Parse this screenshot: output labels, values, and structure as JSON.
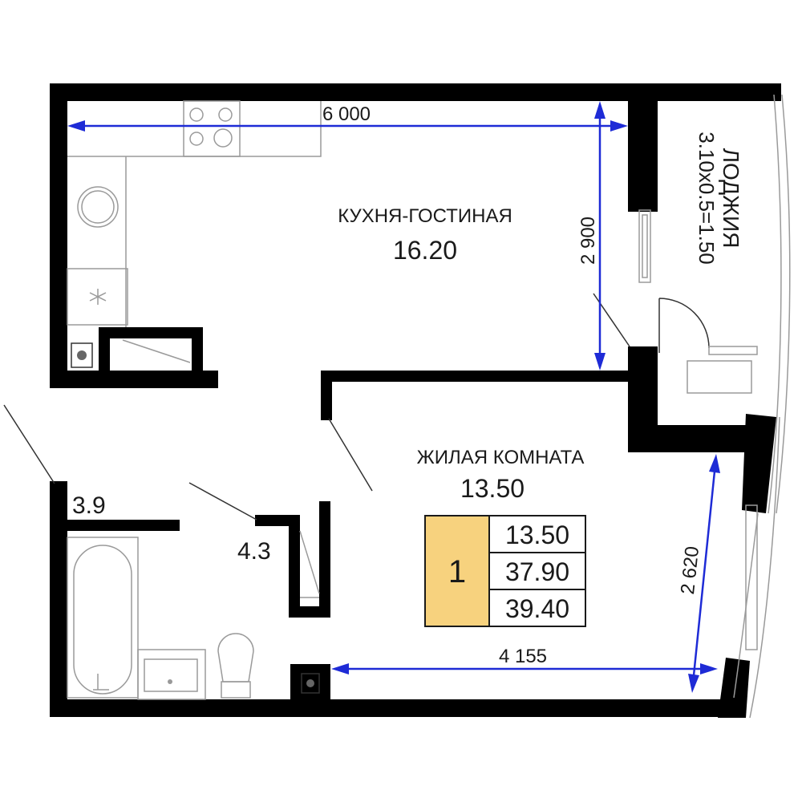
{
  "rooms": {
    "kitchen_living": {
      "name": "КУХНЯ-ГОСТИНАЯ",
      "area": "16.20"
    },
    "living_room": {
      "name": "ЖИЛАЯ КОМНАТА",
      "area": "13.50"
    },
    "loggia": {
      "name": "ЛОДЖИЯ",
      "formula": "3.10x0.5=1.50"
    },
    "bathroom": {
      "area": "3.9"
    },
    "hall": {
      "area": "4.3"
    }
  },
  "dimensions": {
    "top_width": "6 000",
    "kitchen_height": "2 900",
    "room_height": "2 620",
    "room_width": "4 155"
  },
  "summary": {
    "rooms_count": "1",
    "living_area": "13.50",
    "total_area": "37.90",
    "total_with_loggia": "39.40",
    "badge_color": "#f7d27e"
  }
}
